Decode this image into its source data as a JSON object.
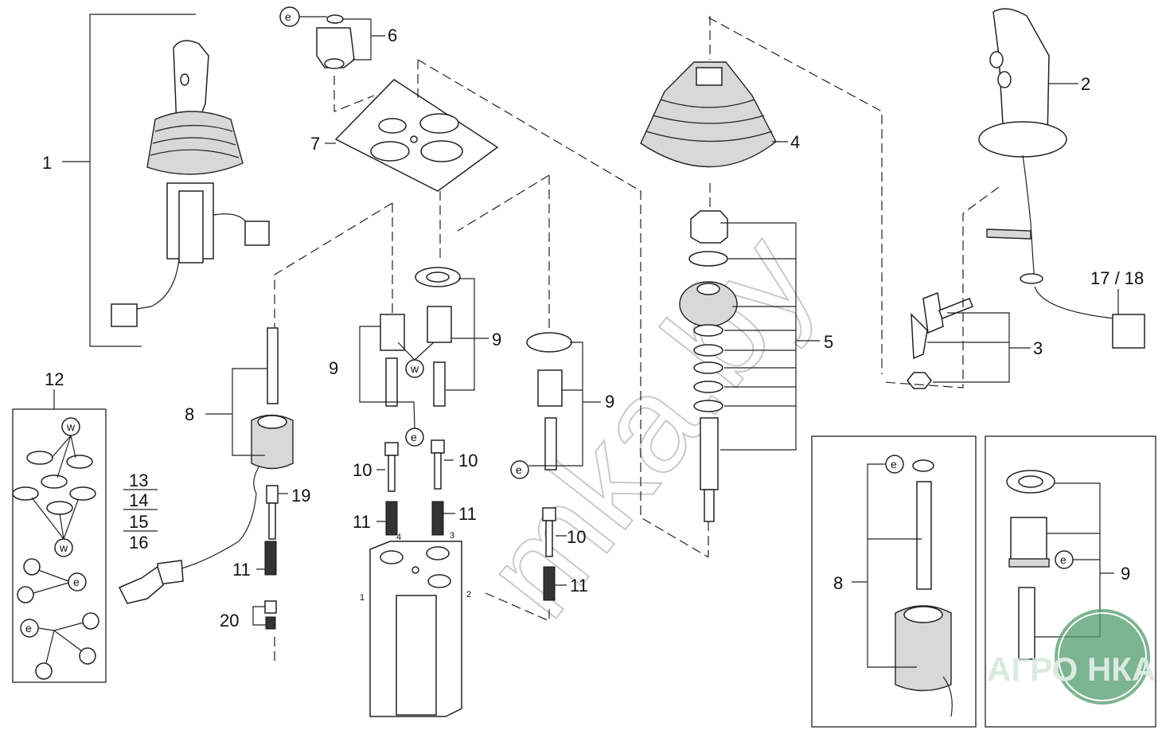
{
  "callouts": {
    "c1": "1",
    "c2": "2",
    "c3": "3",
    "c4": "4",
    "c5": "5",
    "c6": "6",
    "c7": "7",
    "c8": "8",
    "c9a": "9",
    "c9b": "9",
    "c9c": "9",
    "c10a": "10",
    "c10b": "10",
    "c10c": "10",
    "c11a": "11",
    "c11b": "11",
    "c11c": "11",
    "c11d": "11",
    "c12": "12",
    "c13": "13",
    "c14": "14",
    "c15": "15",
    "c16": "16",
    "c1718": "17 / 18",
    "c19": "19",
    "c20": "20",
    "box_right_8": "8",
    "box_right_9": "9"
  },
  "circle_labels": {
    "e": "e",
    "w": "w"
  },
  "port_numbers": {
    "p1": "1",
    "p2": "2",
    "p3": "3",
    "p4": "4"
  },
  "watermark": {
    "text": "mka.by",
    "logo_text": "АГРО НКА",
    "logo_color": "#4f9c6b"
  },
  "colors": {
    "line": "#222222",
    "watermark": "#cfe3d6"
  }
}
